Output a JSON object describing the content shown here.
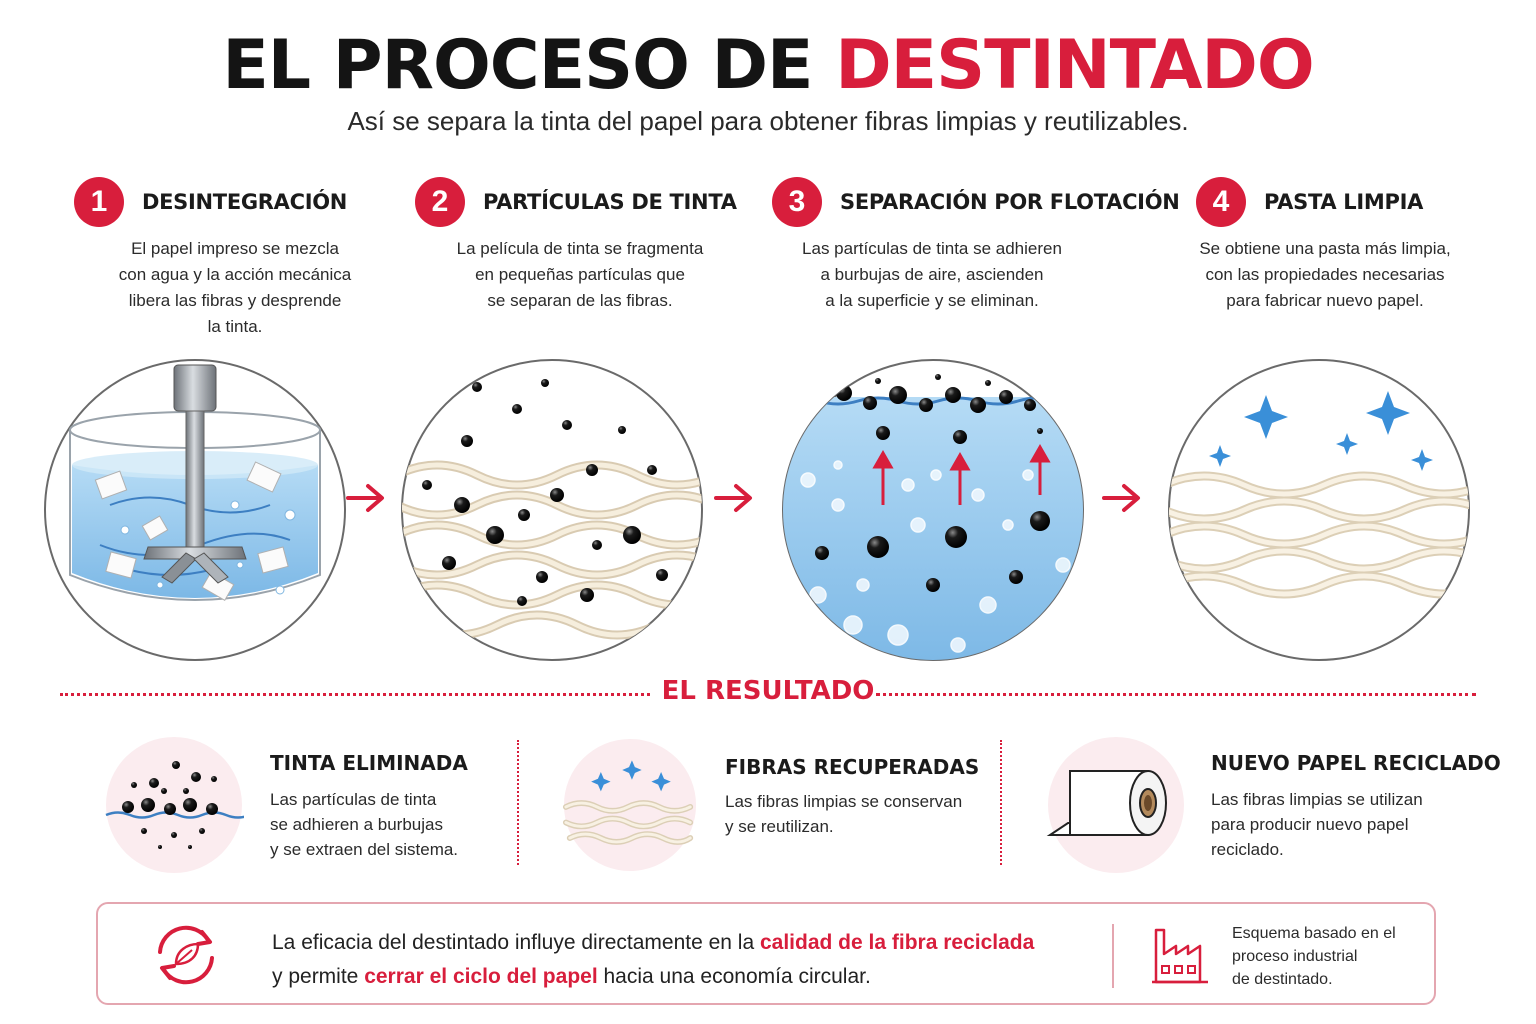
{
  "header": {
    "title_main": "EL PROCESO DE",
    "title_accent": "DESTINTADO",
    "subtitle": "Así se separa la tinta del papel para obtener fibras limpias y reutilizables."
  },
  "colors": {
    "accent": "#d81e3c",
    "water": "#8ec5ec",
    "fiber": "#efe3cc",
    "ink": "#111111",
    "sparkle": "#3a8fd8"
  },
  "steps": [
    {
      "number": "1",
      "title": "DESINTEGRACIÓN",
      "description": "El papel impreso se mezcla\ncon agua y la acción mecánica\nlibera las fibras y desprende\nla tinta.",
      "icon": "pulper-tank-icon"
    },
    {
      "number": "2",
      "title": "PARTÍCULAS DE TINTA",
      "description": "La película de tinta se fragmenta\nen pequeñas partículas que\nse separan de las fibras.",
      "icon": "ink-particles-fibers-icon"
    },
    {
      "number": "3",
      "title": "SEPARACIÓN POR FLOTACIÓN",
      "description": "Las partículas de tinta se adhieren\na burbujas de aire, ascienden\na la superficie y se eliminan.",
      "icon": "flotation-bubbles-icon"
    },
    {
      "number": "4",
      "title": "PASTA LIMPIA",
      "description": "Se obtiene una pasta más limpia,\ncon las propiedades necesarias\npara fabricar nuevo papel.",
      "icon": "clean-pulp-sparkle-icon"
    }
  ],
  "result": {
    "heading": "EL RESULTADO",
    "items": [
      {
        "title": "TINTA ELIMINADA",
        "description": "Las partículas de tinta\nse adhieren a burbujas\ny se extraen del sistema.",
        "icon": "ink-removed-icon"
      },
      {
        "title": "FIBRAS RECUPERADAS",
        "description": "Las fibras limpias se conservan\ny se reutilizan.",
        "icon": "recovered-fibers-icon"
      },
      {
        "title": "NUEVO PAPEL RECICLADO",
        "description": "Las fibras limpias se utilizan\npara producir nuevo papel\nreciclado.",
        "icon": "paper-roll-icon"
      }
    ]
  },
  "footer": {
    "text_1": "La eficacia del destintado influye directamente en la ",
    "highlight_1": "calidad de la fibra reciclada",
    "text_2": "y permite ",
    "highlight_2": "cerrar el ciclo del papel",
    "text_3": " hacia una economía circular.",
    "note": "Esquema basado en el\nproceso industrial\nde destintado."
  }
}
